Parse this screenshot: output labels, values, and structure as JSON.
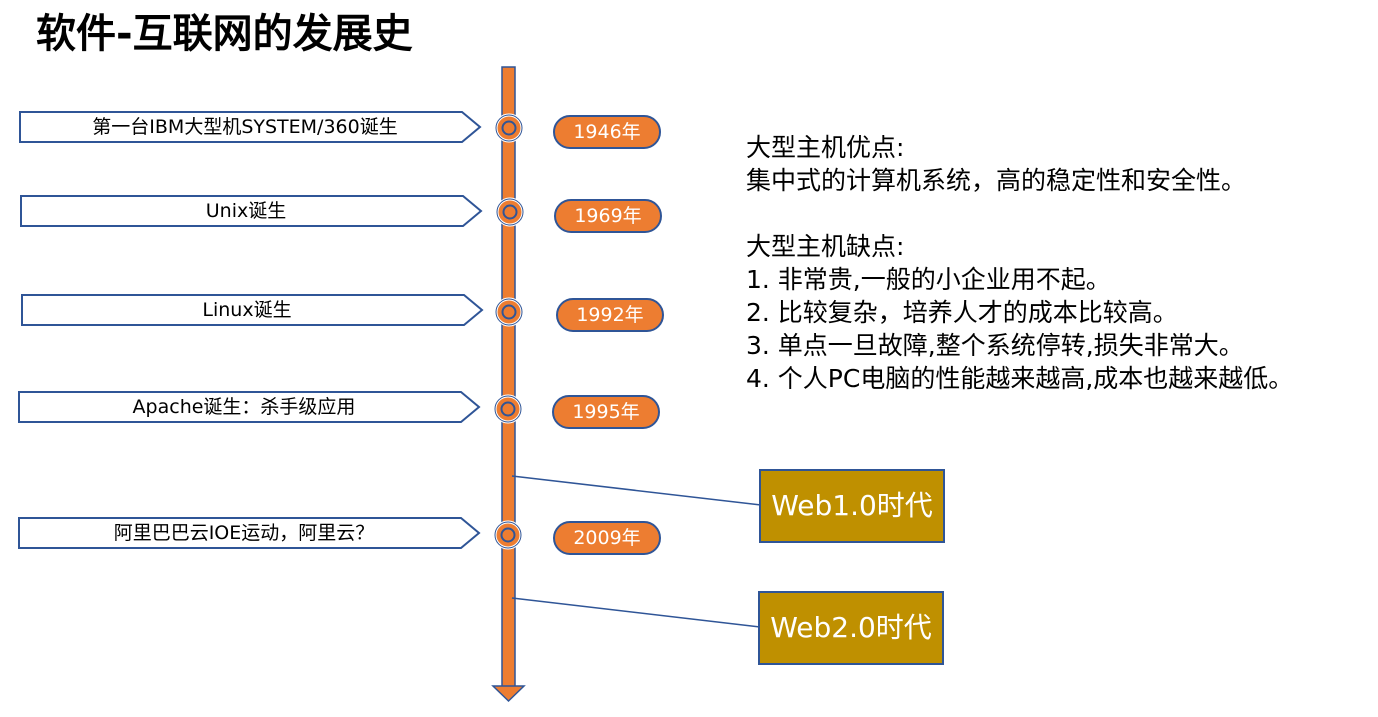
{
  "title": "软件-互联网的发展史",
  "colors": {
    "timeline": "#ed7d31",
    "outline": "#2f5597",
    "era_fill": "#bf9000",
    "text": "#000000"
  },
  "events": [
    {
      "label": "第一台IBM大型机SYSTEM/360诞生",
      "year": "1946年"
    },
    {
      "label": "Unix诞生",
      "year": "1969年"
    },
    {
      "label": "Linux诞生",
      "year": "1992年"
    },
    {
      "label": "Apache诞生：杀手级应用",
      "year": "1995年"
    },
    {
      "label": "阿里巴巴云IOE运动，阿里云？",
      "year": "2009年"
    }
  ],
  "eras": [
    {
      "label": "Web1.0时代"
    },
    {
      "label": "Web2.0时代"
    }
  ],
  "notes": {
    "pros_heading": "大型主机优点:",
    "pros_text": "集中式的计算机系统，高的稳定性和安全性。",
    "cons_heading": "大型主机缺点:",
    "cons": [
      "1. 非常贵,一般的小企业用不起。",
      "2. 比较复杂，培养人才的成本比较高。",
      "3. 单点一旦故障,整个系统停转,损失非常大。",
      "4. 个人PC电脑的性能越来越高,成本也越来越低。"
    ]
  }
}
